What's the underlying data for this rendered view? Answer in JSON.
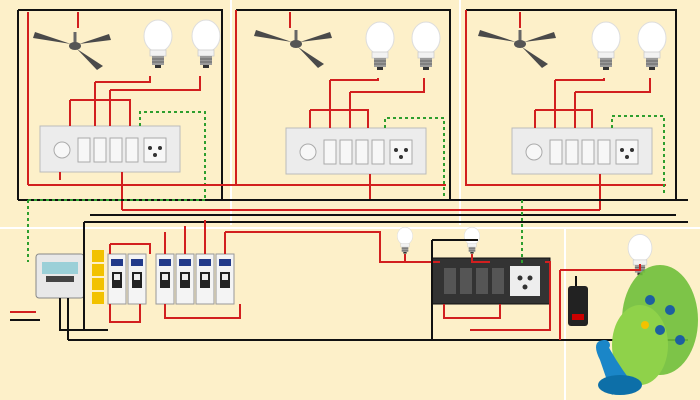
{
  "diagram": {
    "rooms": [
      {
        "name": "room-1",
        "fan": "ceiling-fan-icon",
        "bulbs": 2,
        "board": "switch-board"
      },
      {
        "name": "room-2",
        "fan": "ceiling-fan-icon",
        "bulbs": 2,
        "board": "switch-board"
      },
      {
        "name": "room-3",
        "fan": "ceiling-fan-icon",
        "bulbs": 2,
        "board": "switch-board"
      }
    ],
    "distribution": {
      "meter": "energy-meter-icon",
      "mcb_count": 6,
      "fuses": 4
    },
    "kitchen_board": {
      "bulbs": 2,
      "sockets": 1,
      "switches": 4
    },
    "outdoor": {
      "bulbs": 1,
      "switch": "single-switch"
    },
    "decor": "peacock-icon"
  },
  "colors": {
    "background": "#fdf0c9",
    "phase": "#d21f1f",
    "neutral": "#111111",
    "earth": "#2e9e2e",
    "board": "#ececec",
    "divider": "#ffffff"
  }
}
